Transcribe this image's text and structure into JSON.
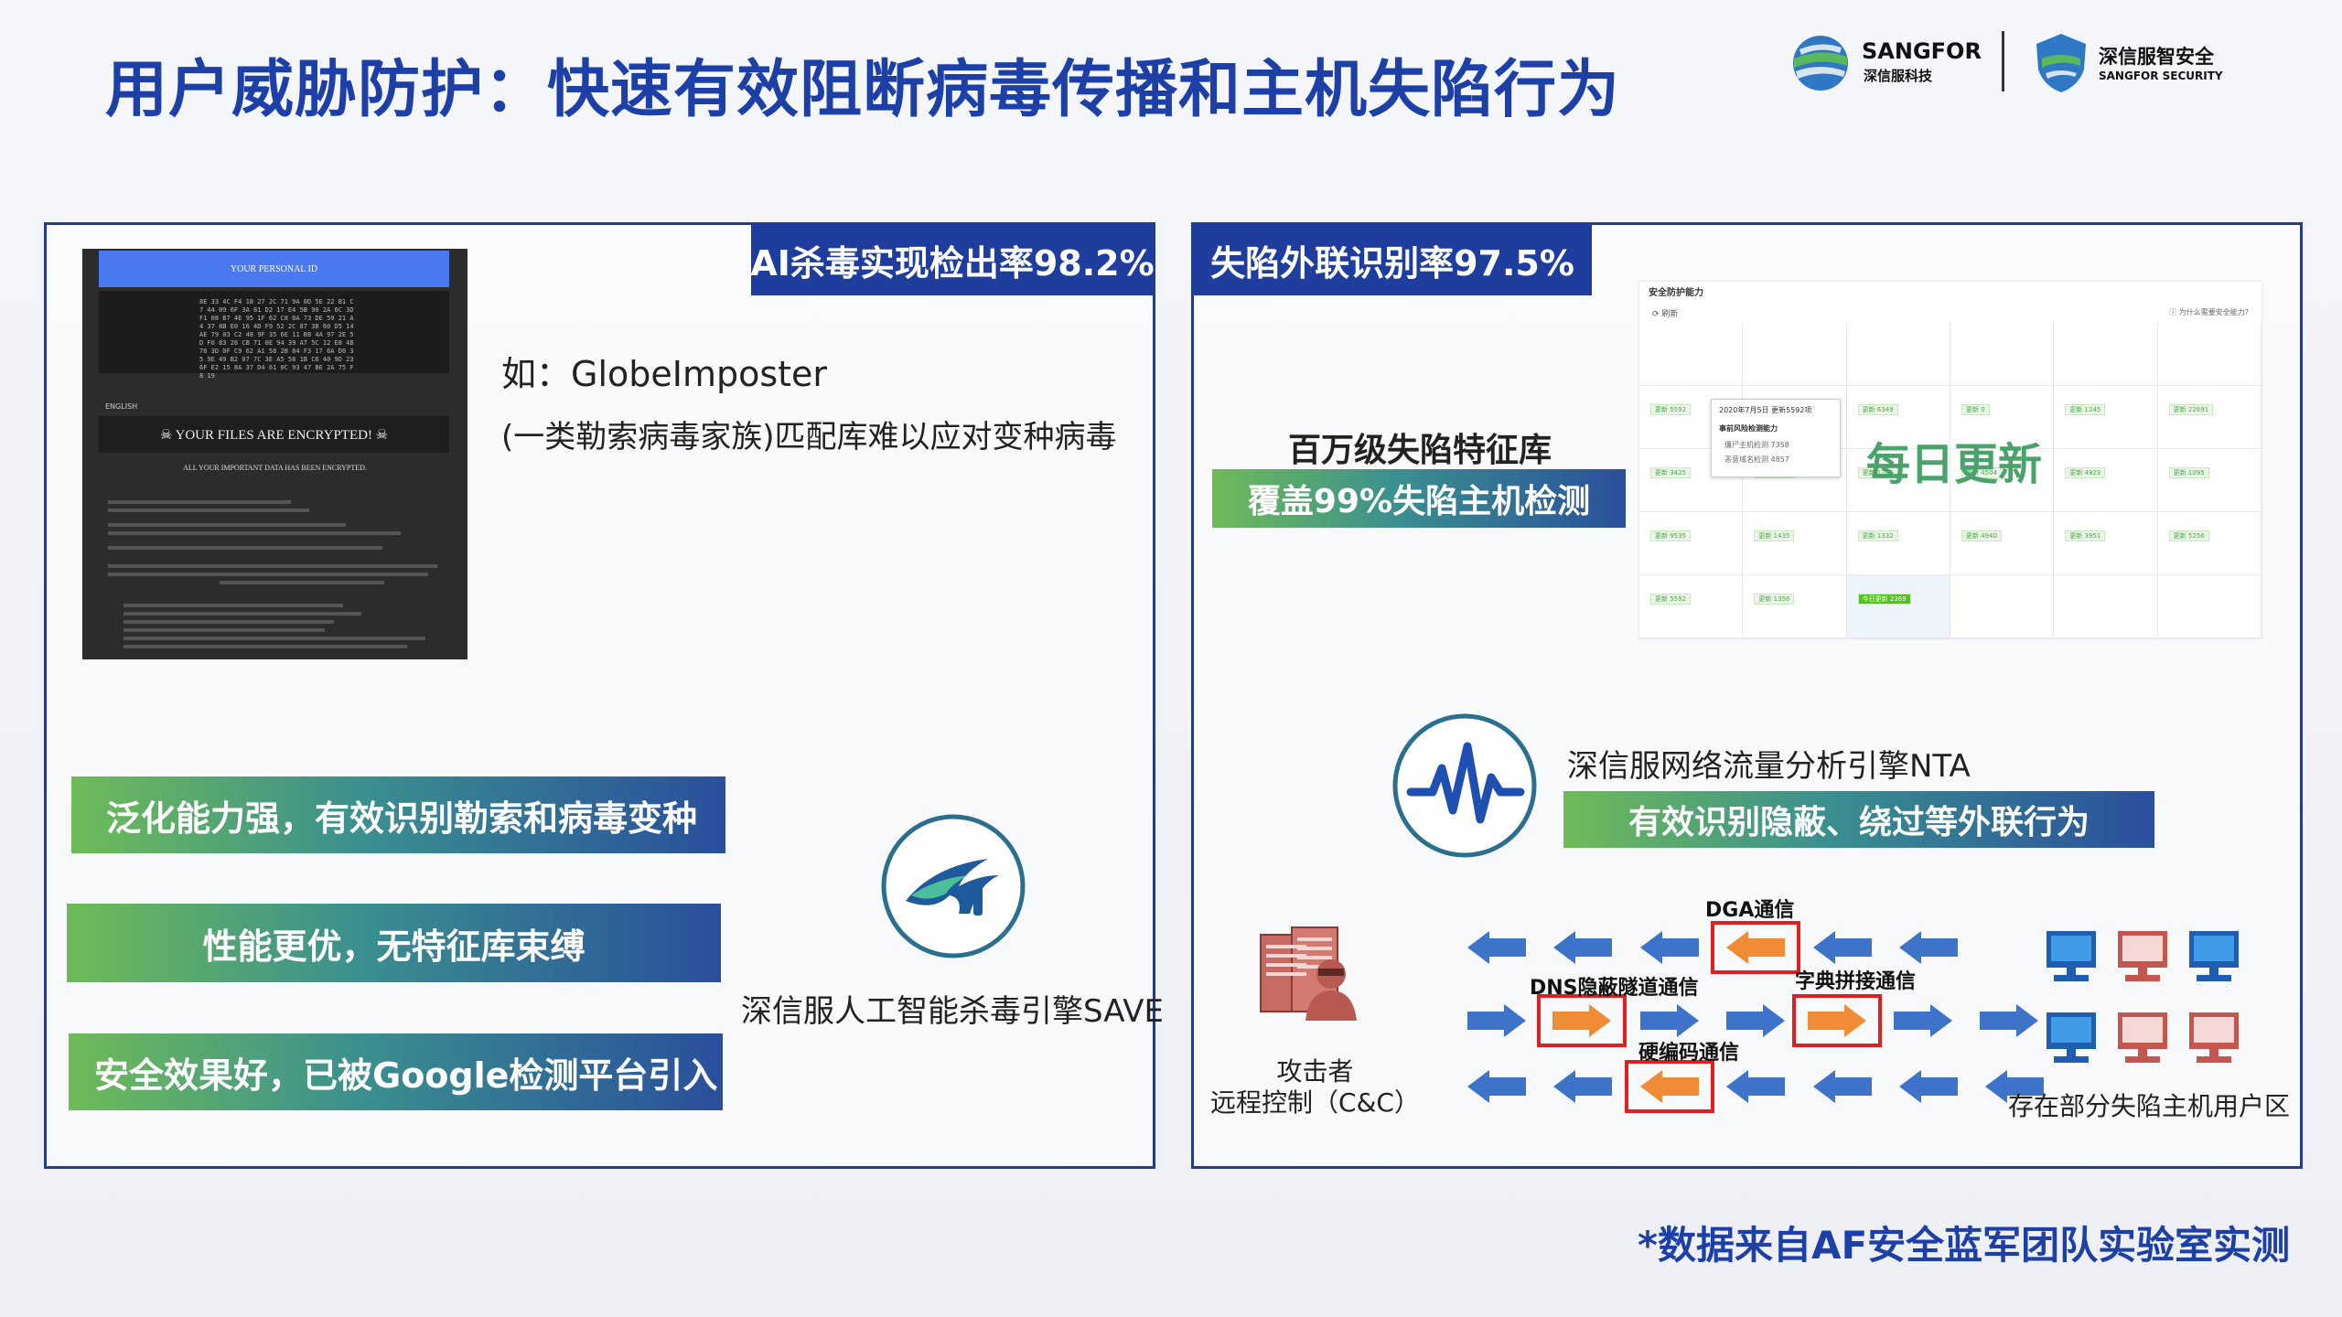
{
  "title": "用户威胁防护：快速有效阻断病毒传播和主机失陷行为",
  "logos": {
    "sangfor_main": "SANGFOR",
    "sangfor_sub": "深信服科技",
    "security_main": "深信服智安全",
    "security_sub": "SANGFOR SECURITY"
  },
  "left_panel": {
    "tag": "AI杀毒实现检出率98.2%",
    "ransom": {
      "header": "YOUR PERSONAL ID",
      "english": "ENGLISH",
      "encrypted": "☠ YOUR FILES ARE ENCRYPTED! ☠",
      "all_data": "ALL YOUR IMPORTANT DATA HAS BEEN ENCRYPTED."
    },
    "example": "如：GlobeImposter",
    "example_desc": "(一类勒索病毒家族)匹配库难以应对变种病毒",
    "benefits": [
      "泛化能力强，有效识别勒索和病毒变种",
      "性能更优，无特征库束缚",
      "安全效果好，已被Google检测平台引入"
    ],
    "engine": "深信服人工智能杀毒引擎SAVE"
  },
  "right_panel": {
    "tag": "失陷外联识别率97.5%",
    "feature_lib": "百万级失陷特征库",
    "coverage": "覆盖99%失陷主机检测",
    "calendar": {
      "header": "安全防护能力",
      "refresh": "⟳ 刷新",
      "why": "ⓘ 为什么需要安全能力?",
      "popup_date": "2020年7月5日  更新5592项",
      "popup_title": "事前风险检测能力",
      "popup_row1": "僵尸主机检测      7358",
      "popup_row2": "恶意域名检测      4857",
      "today": "今日更新 2369"
    },
    "daily_update": "每日更新",
    "nta_title": "深信服网络流量分析引擎NTA",
    "nta_desc": "有效识别隐蔽、绕过等外联行为",
    "flow": {
      "dga": "DGA通信",
      "dns": "DNS隐蔽隧道通信",
      "dict": "字典拼接通信",
      "hardcode": "硬编码通信"
    },
    "attacker_label": "攻击者\n远程控制（C&C）",
    "users_label": "存在部分失陷主机用户区"
  },
  "footnote": "*数据来自AF安全蓝军团队实验室实测",
  "colors": {
    "title_blue": "#1c3fa8",
    "panel_border": "#223b8f",
    "tag_bg": "#1f3d9c",
    "arrow_blue": "#3d74c9",
    "arrow_orange": "#f08c35",
    "highlight_red": "#e02020"
  }
}
